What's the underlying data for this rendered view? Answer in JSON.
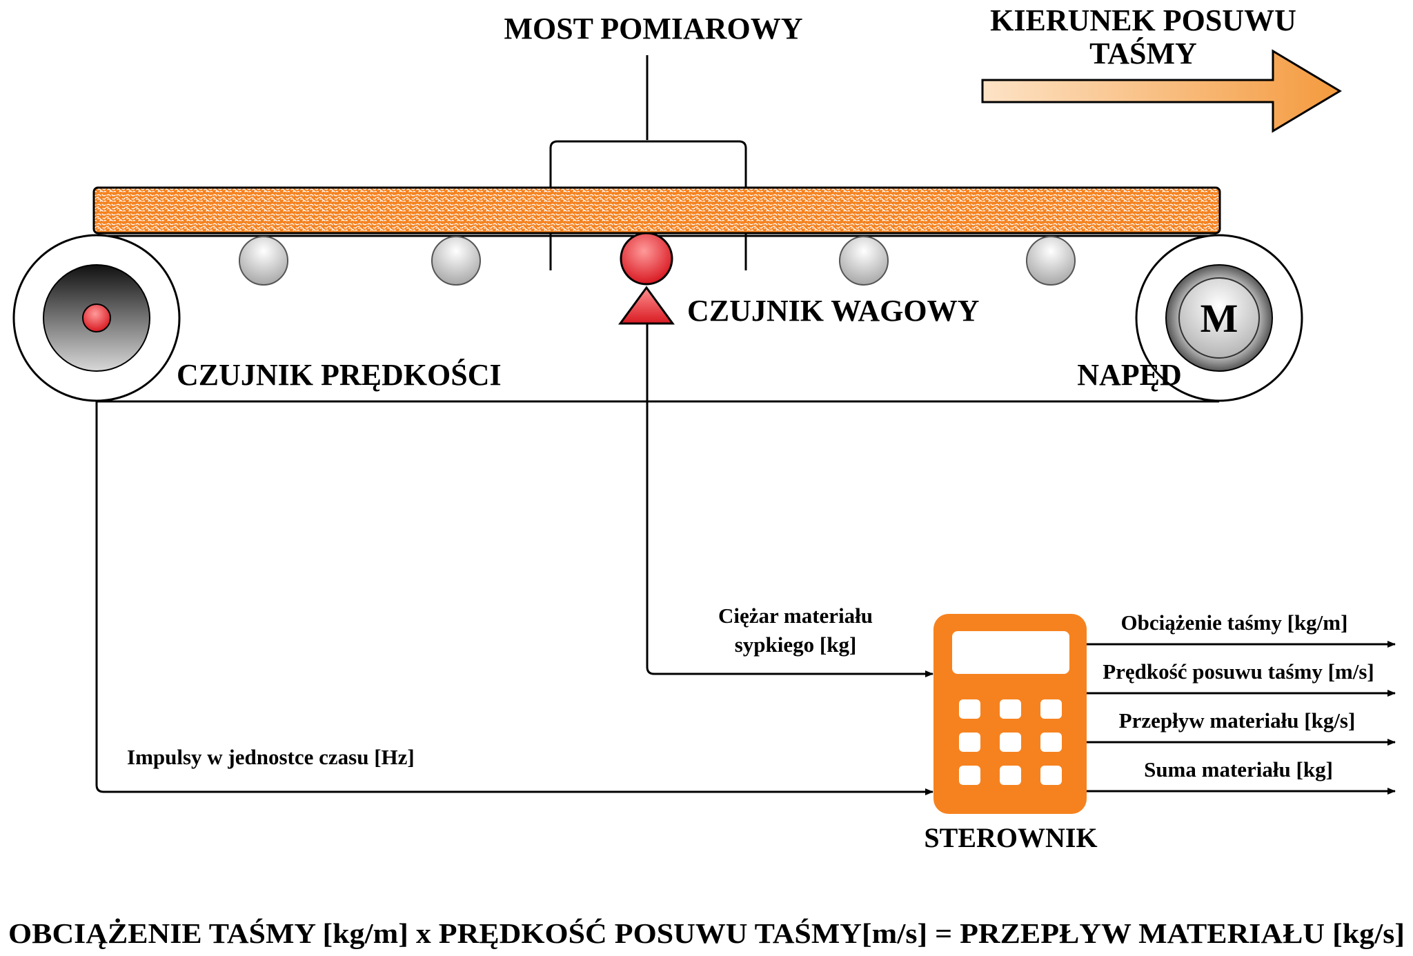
{
  "labels": {
    "bridge": "MOST POMIAROWY",
    "direction_line1": "KIERUNEK POSUWU",
    "direction_line2": "TAŚMY",
    "weight_sensor": "CZUJNIK WAGOWY",
    "speed_sensor": "CZUJNIK PRĘDKOŚCI",
    "drive": "NAPĘD",
    "motor_letter": "M",
    "controller": "STEROWNIK",
    "weight_signal_line1": "Ciężar materiału",
    "weight_signal_line2": "sypkiego [kg]",
    "speed_signal": "Impulsy w jednostce czasu [Hz]",
    "out_load": "Obciążenie taśmy [kg/m]",
    "out_speed": "Prędkość posuwu taśmy [m/s]",
    "out_flow": "Przepływ materiału [kg/s]",
    "out_total": "Suma materiału [kg]",
    "formula": "OBCIĄŻENIE TAŚMY [kg/m] x PRĘDKOŚĆ POSUWU TAŚMY[m/s] = PRZEPŁYW MATERIAŁU [kg/s]"
  },
  "colors": {
    "material": "#f5821f",
    "arrow": "#f7a353",
    "controller": "#f6821f",
    "weight_sensor": "#e8202a",
    "idler": "#bdbdbd"
  }
}
